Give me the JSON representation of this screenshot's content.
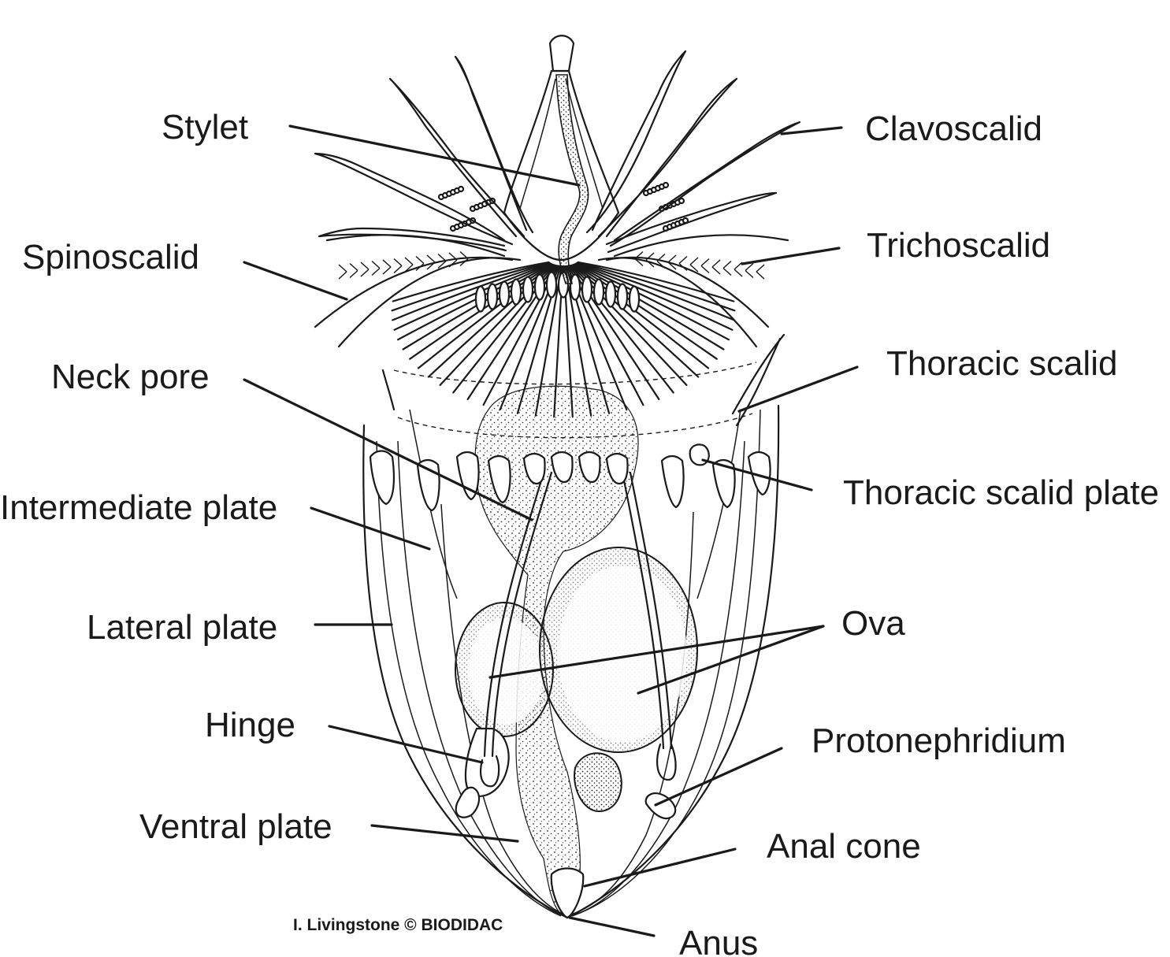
{
  "labels": {
    "stylet": "Stylet",
    "clavoscalid": "Clavoscalid",
    "spinoscalid": "Spinoscalid",
    "trichoscalid": "Trichoscalid",
    "neck_pore": "Neck pore",
    "thoracic_scalid": "Thoracic scalid",
    "thoracic_scalid_plate": "Thoracic scalid plate",
    "intermediate_plate": "Intermediate plate",
    "lateral_plate": "Lateral plate",
    "ova": "Ova",
    "hinge": "Hinge",
    "protonephridium": "Protonephridium",
    "ventral_plate": "Ventral plate",
    "anal_cone": "Anal cone",
    "anus": "Anus"
  },
  "credit": "I. Livingstone © BIODIDAC"
}
